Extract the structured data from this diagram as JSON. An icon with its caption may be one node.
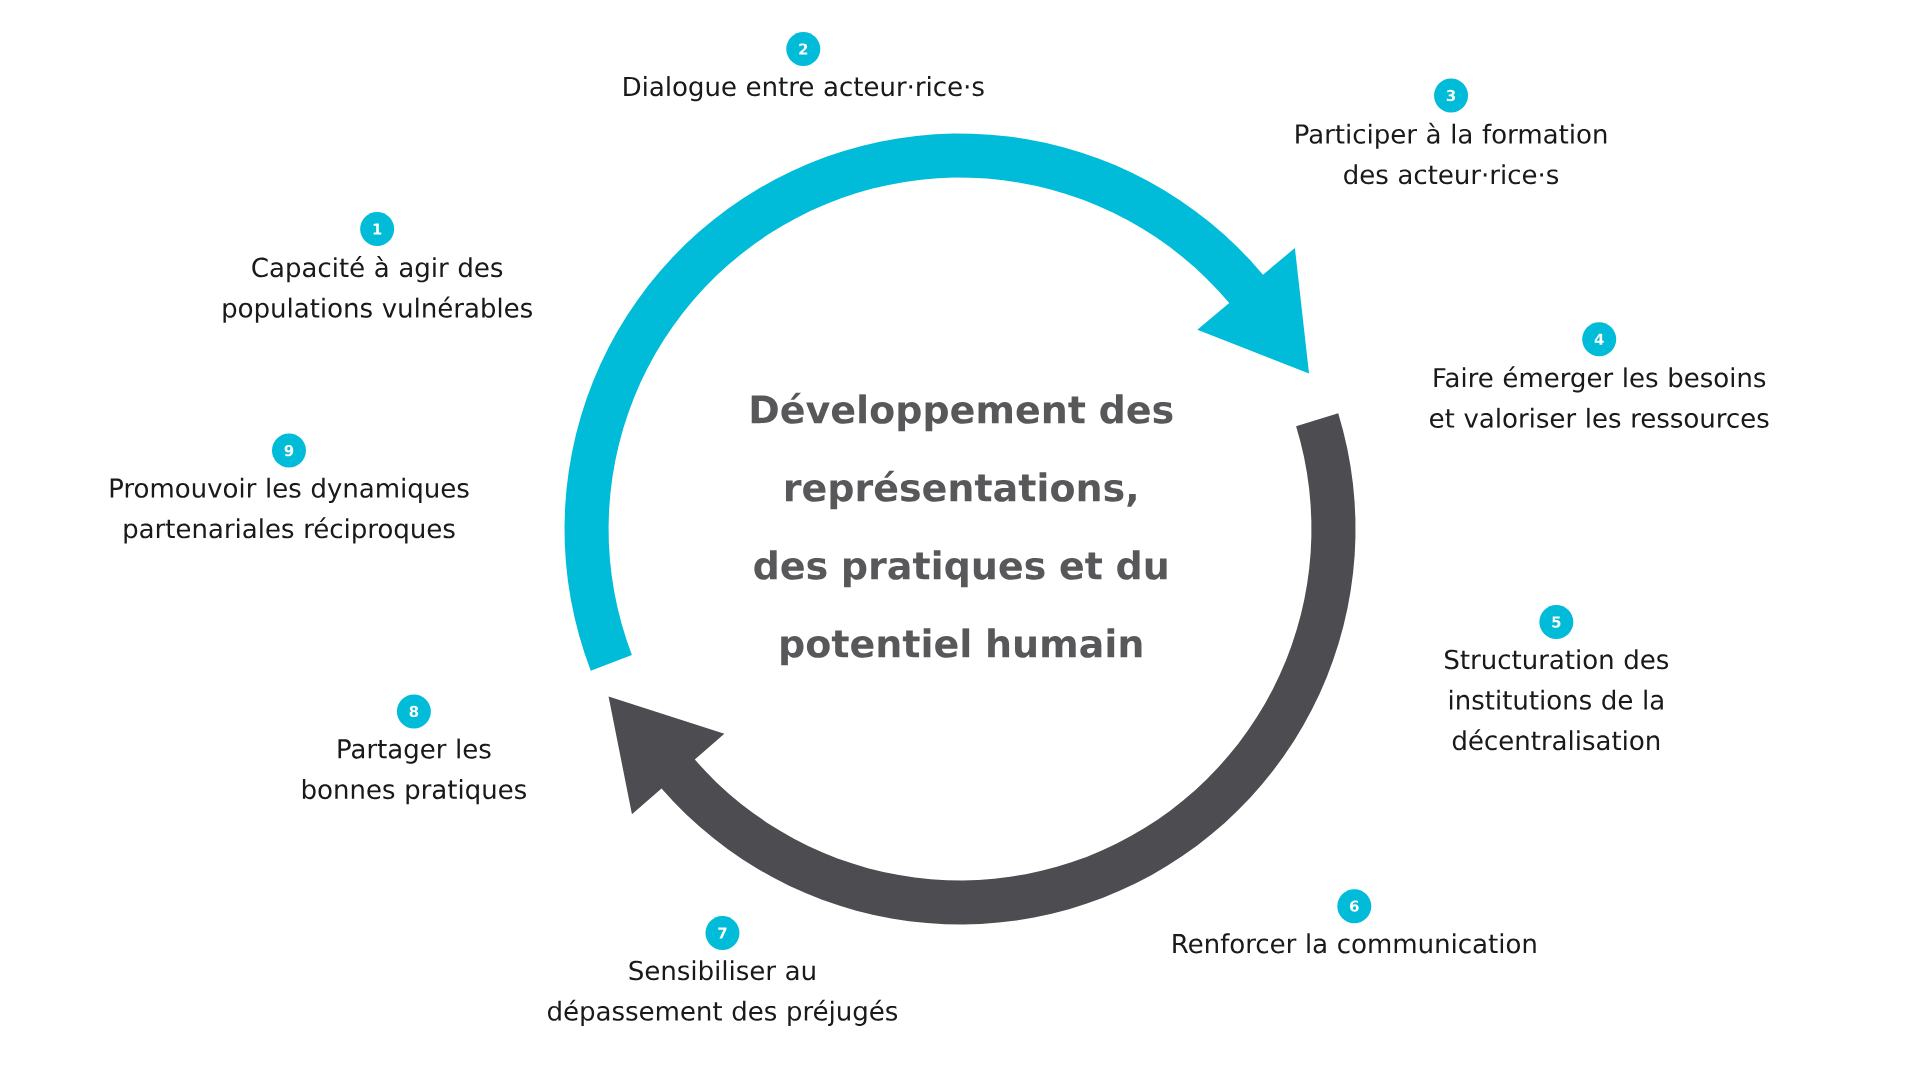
{
  "diagram": {
    "nodes": [
      {
        "text": [
          "1"
        ],
        "beside": [
          "Capacité à agir des populations vulnérables"
        ]
      },
      {
        "text": [
          "2"
        ],
        "beside": [
          "Dialogue entre acteur·rice·s"
        ]
      },
      {
        "text": [
          "3"
        ],
        "beside": [
          "Participer à la formation des acteur·rice·s"
        ]
      },
      {
        "text": [
          "4"
        ],
        "beside": [
          "Faire émerger les besoins et valoriser les ressources"
        ]
      },
      {
        "text": [
          "5"
        ],
        "beside": [
          "Structuration des institutions de la décentralisation"
        ]
      },
      {
        "text": [
          "6"
        ],
        "beside": [
          "Renforcer la communication"
        ]
      },
      {
        "text": [
          "7"
        ],
        "beside": [
          "Sensibiliser au dépassement des préjugés"
        ]
      },
      {
        "text": [
          "8"
        ],
        "beside": [
          "Partager les bonnes pratiques"
        ]
      },
      {
        "text": [
          "9"
        ],
        "beside": [
          "Promouvoir les dynamiques partenariales réciproques"
        ]
      }
    ],
    "labels": [
      "Développement des représentations, des pratiques et du potentiel humain"
    ]
  }
}
